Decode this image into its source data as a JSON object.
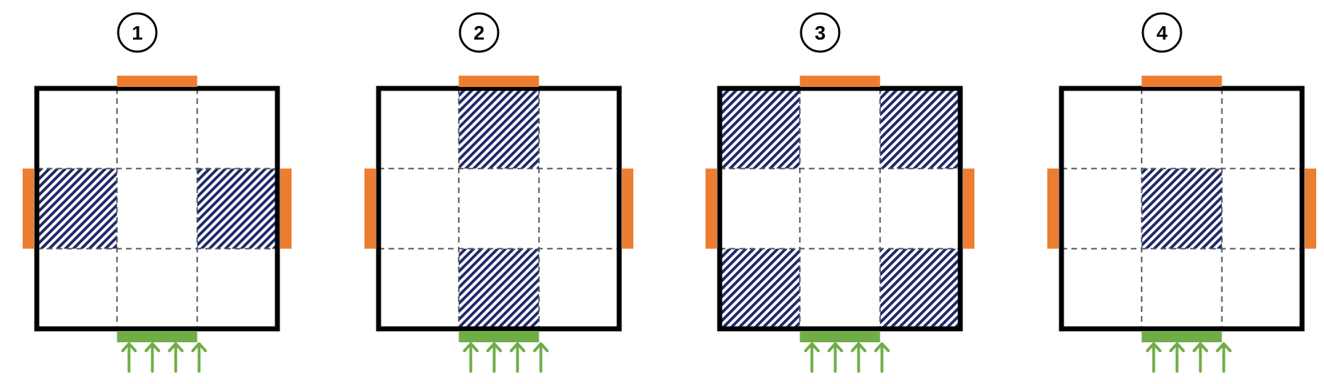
{
  "colors": {
    "outline": "#000000",
    "grid_dash": "#555555",
    "hatch": "#1f2a6b",
    "orange": "#ed7d31",
    "green": "#70ad47",
    "background": "#ffffff"
  },
  "panels": [
    {
      "label": "1",
      "hatched_cells": [
        [
          1,
          0
        ],
        [
          1,
          2
        ]
      ]
    },
    {
      "label": "2",
      "hatched_cells": [
        [
          0,
          1
        ],
        [
          2,
          1
        ]
      ]
    },
    {
      "label": "3",
      "hatched_cells": [
        [
          0,
          0
        ],
        [
          0,
          2
        ],
        [
          2,
          0
        ],
        [
          2,
          2
        ]
      ]
    },
    {
      "label": "4",
      "hatched_cells": [
        [
          1,
          1
        ]
      ]
    }
  ],
  "icons": {
    "arrow": "up-arrow-icon",
    "label_circle": "circle-icon"
  }
}
